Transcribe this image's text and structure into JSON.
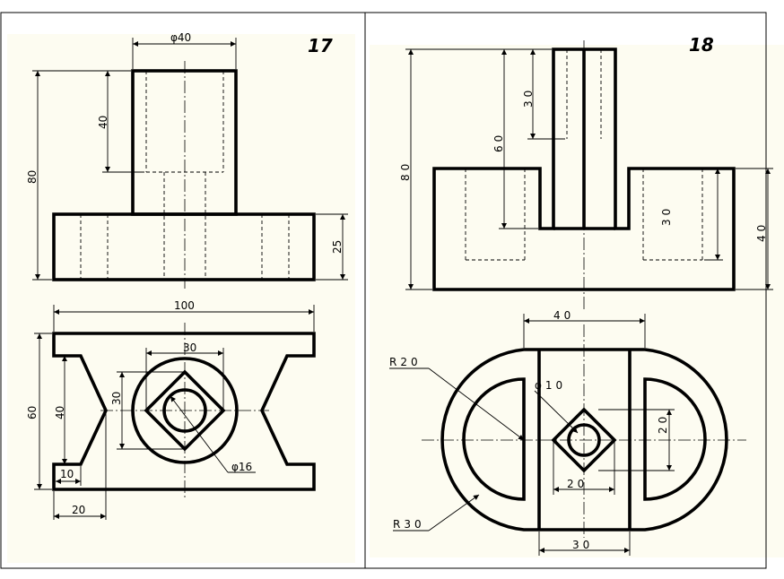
{
  "drawing17": {
    "number": "17",
    "dims": {
      "dia40": "φ40",
      "h40": "40",
      "h80": "80",
      "h25": "25",
      "w100": "100",
      "w30": "30",
      "h30": "30",
      "h60": "60",
      "h40b": "40",
      "w10": "10",
      "w20": "20",
      "dia16": "φ16"
    }
  },
  "drawing18": {
    "number": "18",
    "dims": {
      "h30top": "30",
      "h60": "60",
      "h80": "80",
      "h30right": "30",
      "h40": "40",
      "w40": "40",
      "r20": "R20",
      "dia10": "φ10",
      "h20": "20",
      "w20": "20",
      "r30": "R30",
      "w30": "30"
    }
  },
  "colors": {
    "paper": "#fdfcf1",
    "ink": "#000000"
  }
}
